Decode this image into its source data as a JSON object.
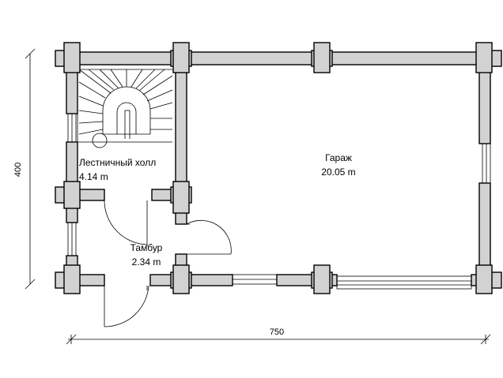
{
  "rooms": {
    "stair_hall": {
      "name": "Лестничный холл",
      "area": "4.14 m"
    },
    "garage": {
      "name": "Гараж",
      "area": "20.05 m"
    },
    "vestibule": {
      "name": "Тамбур",
      "area": "2.34 m"
    }
  },
  "dimensions": {
    "height": "400",
    "width": "750"
  }
}
